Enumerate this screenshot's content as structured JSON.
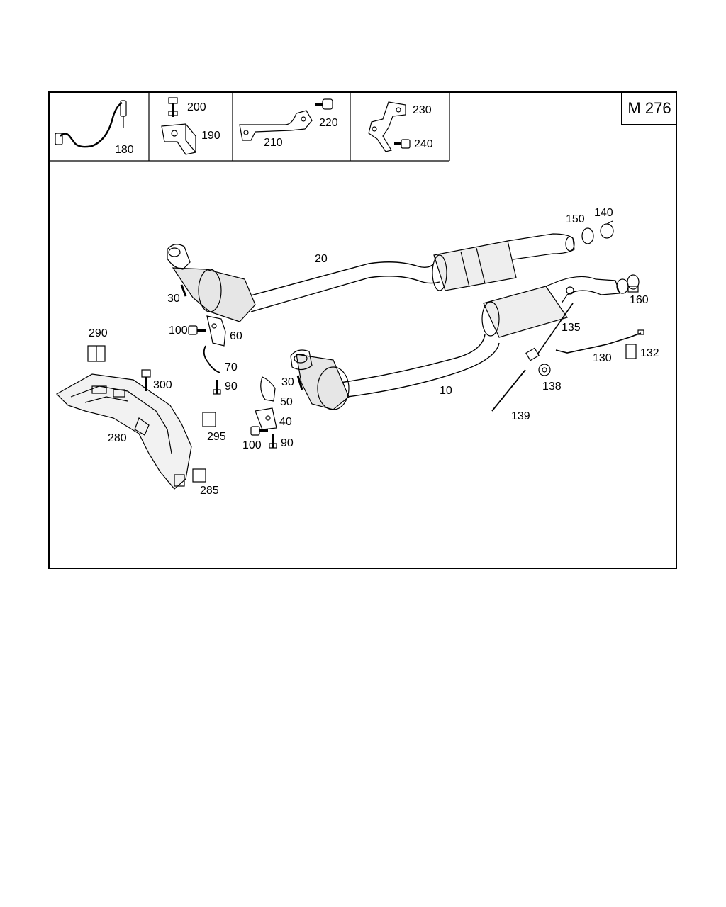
{
  "engine_code": "M 276",
  "inset_parts": {
    "p180": "180",
    "p200": "200",
    "p190": "190",
    "p210": "210",
    "p220": "220",
    "p230": "230",
    "p240": "240"
  },
  "main_parts": {
    "p20": "20",
    "p150": "150",
    "p140": "140",
    "p160": "160",
    "p30a": "30",
    "p100a": "100",
    "p60": "60",
    "p70": "70",
    "p90a": "90",
    "p290": "290",
    "p300": "300",
    "p280": "280",
    "p295": "295",
    "p285": "285",
    "p135": "135",
    "p130": "130",
    "p132": "132",
    "p138": "138",
    "p139": "139",
    "p10": "10",
    "p30b": "30",
    "p50": "50",
    "p40": "40",
    "p100b": "100",
    "p90b": "90"
  },
  "colors": {
    "line": "#000000",
    "background": "#ffffff",
    "shade": "#d8d8d8"
  }
}
